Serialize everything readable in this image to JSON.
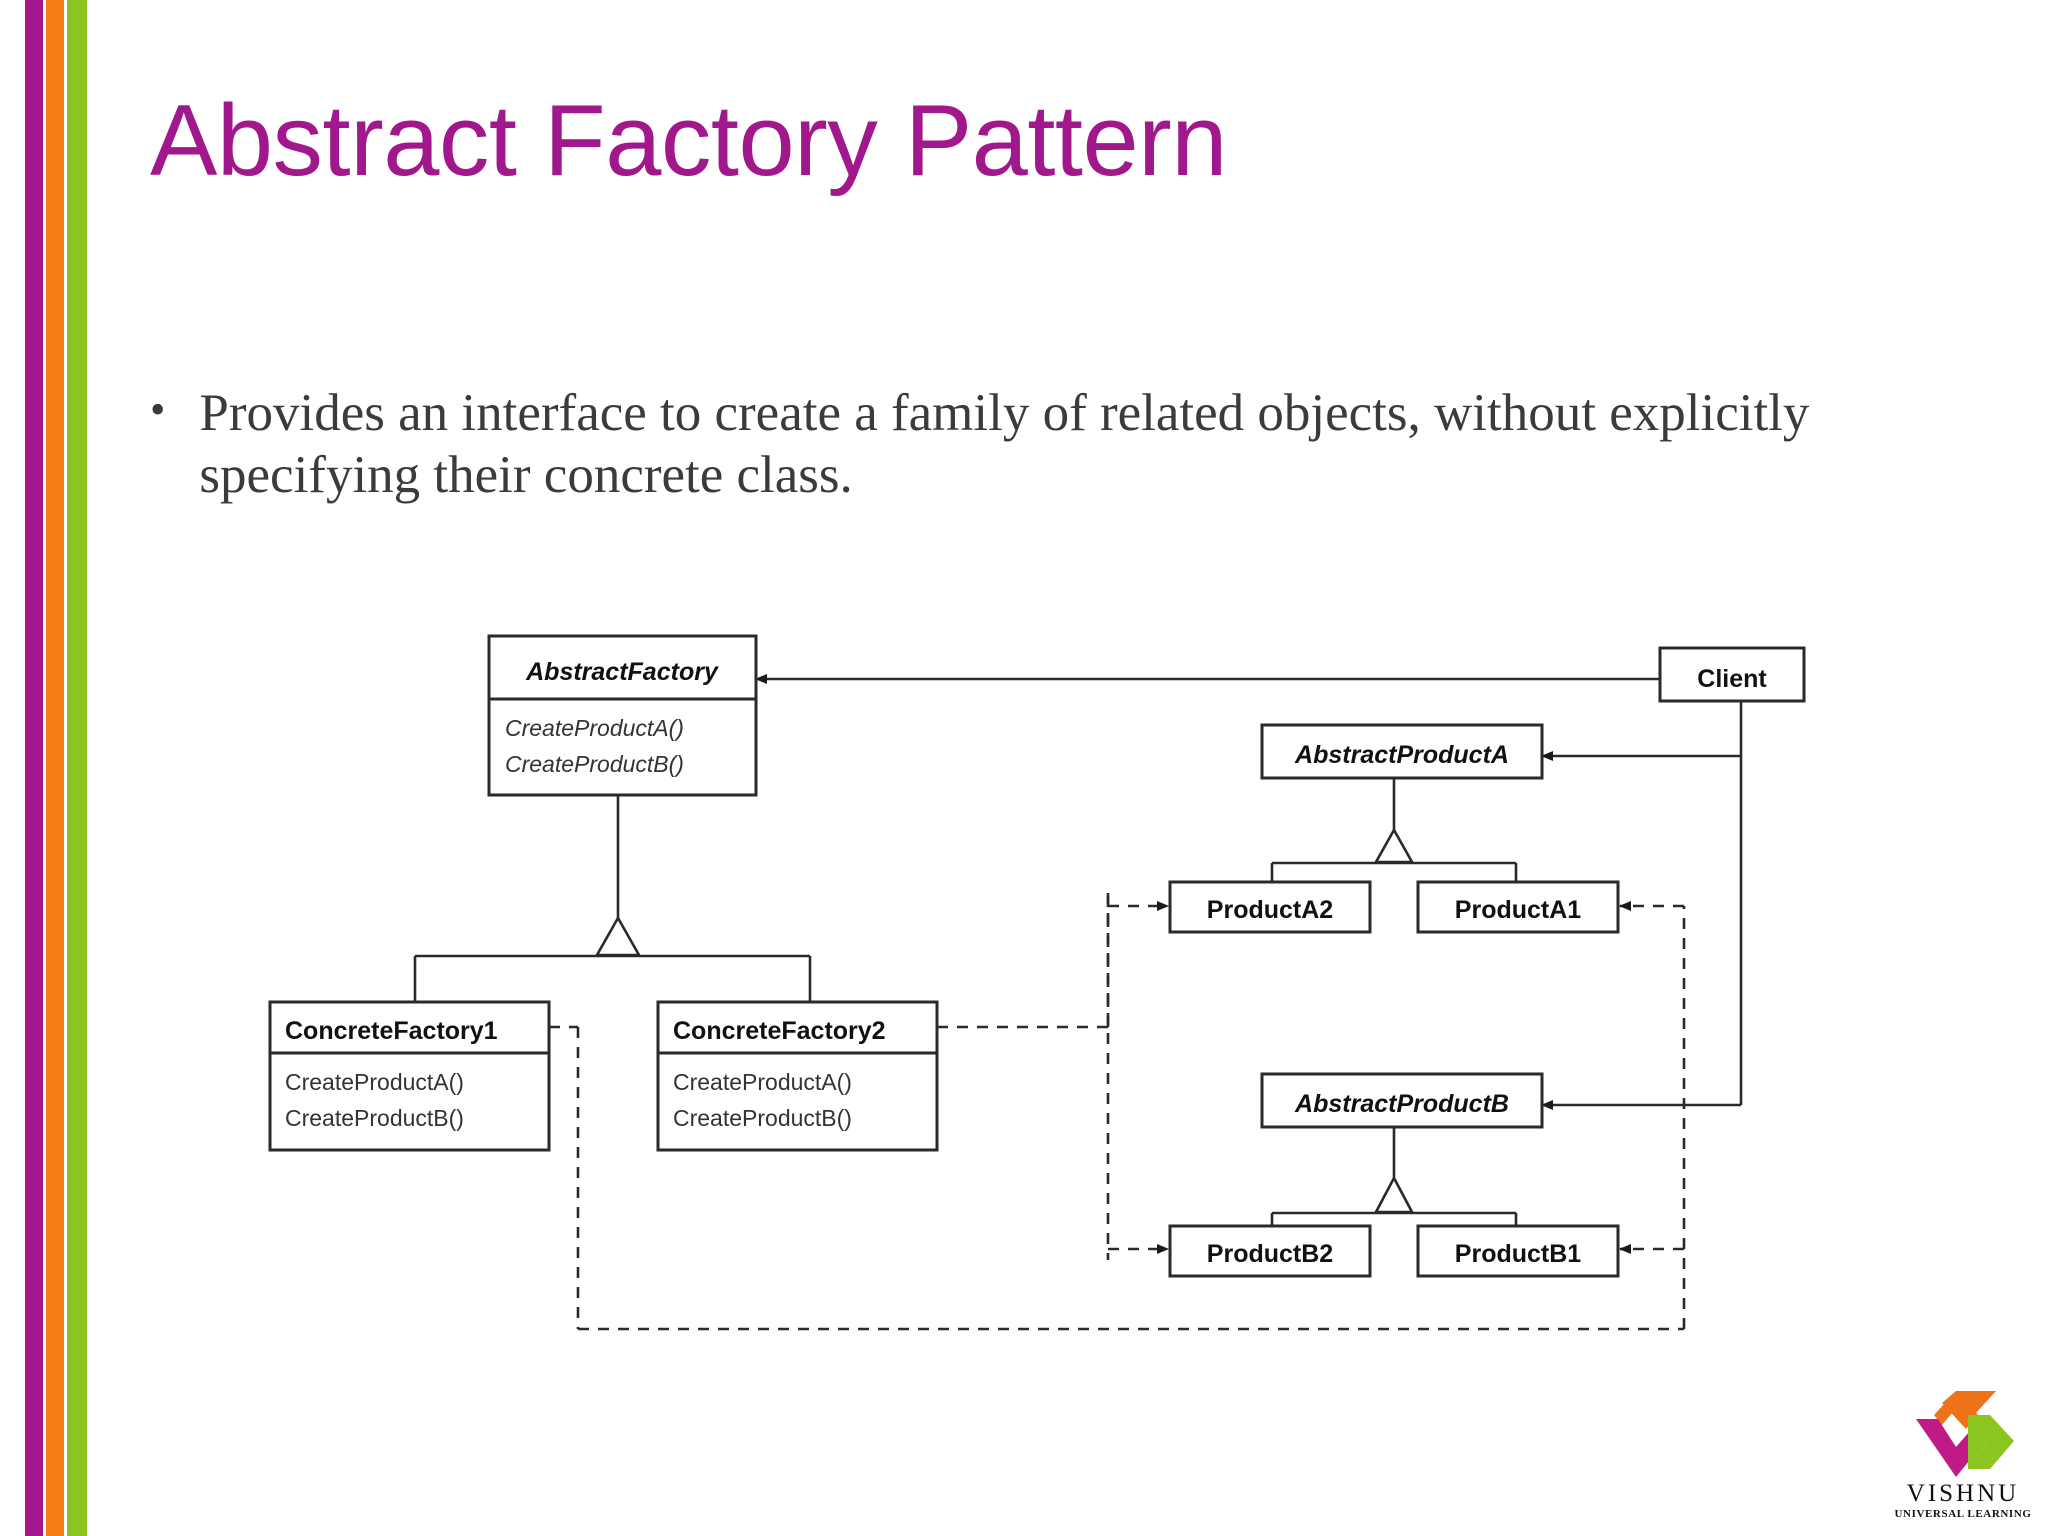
{
  "slide": {
    "title": "Abstract Factory Pattern",
    "bullets": [
      {
        "marker": "•",
        "text": "Provides an interface to create a family of related objects, without explicitly specifying their concrete class."
      }
    ]
  },
  "theme": {
    "title_color": "#A1188C",
    "body_color": "#3B3B3B",
    "stripe_purple": "#A3188F",
    "stripe_orange": "#F57F17",
    "stripe_green": "#8CC420",
    "diagram_line": "#222222",
    "diagram_box_fill": "#FFFFFF"
  },
  "diagram": {
    "type": "uml-class-diagram",
    "classes": [
      {
        "id": "abstract-factory",
        "name": "AbstractFactory",
        "abstract": true,
        "methods": [
          "CreateProductA()",
          "CreateProductB()"
        ]
      },
      {
        "id": "client",
        "name": "Client",
        "abstract": false,
        "methods": []
      },
      {
        "id": "concrete-factory-1",
        "name": "ConcreteFactory1",
        "abstract": false,
        "methods": [
          "CreateProductA()",
          "CreateProductB()"
        ]
      },
      {
        "id": "concrete-factory-2",
        "name": "ConcreteFactory2",
        "abstract": false,
        "methods": [
          "CreateProductA()",
          "CreateProductB()"
        ]
      },
      {
        "id": "abstract-product-a",
        "name": "AbstractProductA",
        "abstract": true,
        "methods": []
      },
      {
        "id": "product-a2",
        "name": "ProductA2",
        "abstract": false,
        "methods": []
      },
      {
        "id": "product-a1",
        "name": "ProductA1",
        "abstract": false,
        "methods": []
      },
      {
        "id": "abstract-product-b",
        "name": "AbstractProductB",
        "abstract": true,
        "methods": []
      },
      {
        "id": "product-b2",
        "name": "ProductB2",
        "abstract": false,
        "methods": []
      },
      {
        "id": "product-b1",
        "name": "ProductB1",
        "abstract": false,
        "methods": []
      }
    ],
    "relations": [
      {
        "from": "client",
        "to": "abstract-factory",
        "kind": "association"
      },
      {
        "from": "client",
        "to": "abstract-product-a",
        "kind": "association"
      },
      {
        "from": "client",
        "to": "abstract-product-b",
        "kind": "association"
      },
      {
        "from": "concrete-factory-1",
        "to": "abstract-factory",
        "kind": "generalization"
      },
      {
        "from": "concrete-factory-2",
        "to": "abstract-factory",
        "kind": "generalization"
      },
      {
        "from": "product-a1",
        "to": "abstract-product-a",
        "kind": "generalization"
      },
      {
        "from": "product-a2",
        "to": "abstract-product-a",
        "kind": "generalization"
      },
      {
        "from": "product-b1",
        "to": "abstract-product-b",
        "kind": "generalization"
      },
      {
        "from": "product-b2",
        "to": "abstract-product-b",
        "kind": "generalization"
      },
      {
        "from": "concrete-factory-1",
        "to": "product-a2",
        "kind": "dependency"
      },
      {
        "from": "concrete-factory-1",
        "to": "product-b2",
        "kind": "dependency"
      },
      {
        "from": "concrete-factory-2",
        "to": "product-a1",
        "kind": "dependency"
      },
      {
        "from": "concrete-factory-2",
        "to": "product-b1",
        "kind": "dependency"
      }
    ]
  },
  "logo": {
    "name": "VISHNU",
    "tagline": "UNIVERSAL LEARNING",
    "colors": {
      "orange": "#EE7219",
      "magenta": "#C01A86",
      "green": "#8CC420"
    }
  }
}
